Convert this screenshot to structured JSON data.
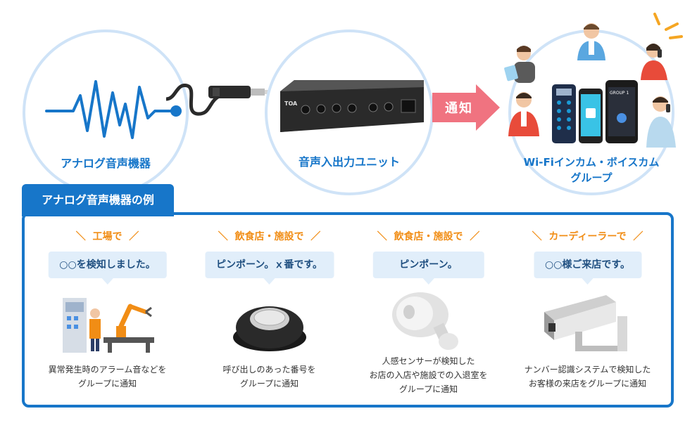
{
  "flow": {
    "analog_label": "アナログ音声機器",
    "unit_label": "音声入出力ユニット",
    "arrow_label": "通知",
    "group_label_line1": "Wi-Fiインカム・ボイスカム",
    "group_label_line2": "グループ",
    "device_brand": "TOA",
    "phone_screen_text": "GROUP 1"
  },
  "examples": {
    "heading": "アナログ音声機器の例",
    "items": [
      {
        "category": "工場で",
        "message": "○○を検知しました。",
        "desc_lines": [
          "異常発生時のアラーム音などを",
          "グループに通知"
        ],
        "icon": "factory-robot-arm-icon"
      },
      {
        "category": "飲食店・施設で",
        "message": "ピンポーン。ｘ番です。",
        "desc_lines": [
          "呼び出しのあった番号を",
          "グループに通知"
        ],
        "icon": "call-button-icon"
      },
      {
        "category": "飲食店・施設で",
        "message": "ピンポーン。",
        "desc_lines": [
          "人感センサーが検知した",
          "お店の入店や施設での入退室を",
          "グループに通知"
        ],
        "icon": "motion-sensor-icon"
      },
      {
        "category": "カーディーラーで",
        "message": "○○様ご来店です。",
        "desc_lines": [
          "ナンバー認識システムで検知した",
          "お客様の来店をグループに通知"
        ],
        "icon": "security-camera-icon"
      }
    ]
  },
  "colors": {
    "primary_blue": "#1776c9",
    "circle_border": "#cfe3f7",
    "arrow_red": "#f07380",
    "category_orange": "#f18d15",
    "bubble_bg": "#e1eefa"
  }
}
